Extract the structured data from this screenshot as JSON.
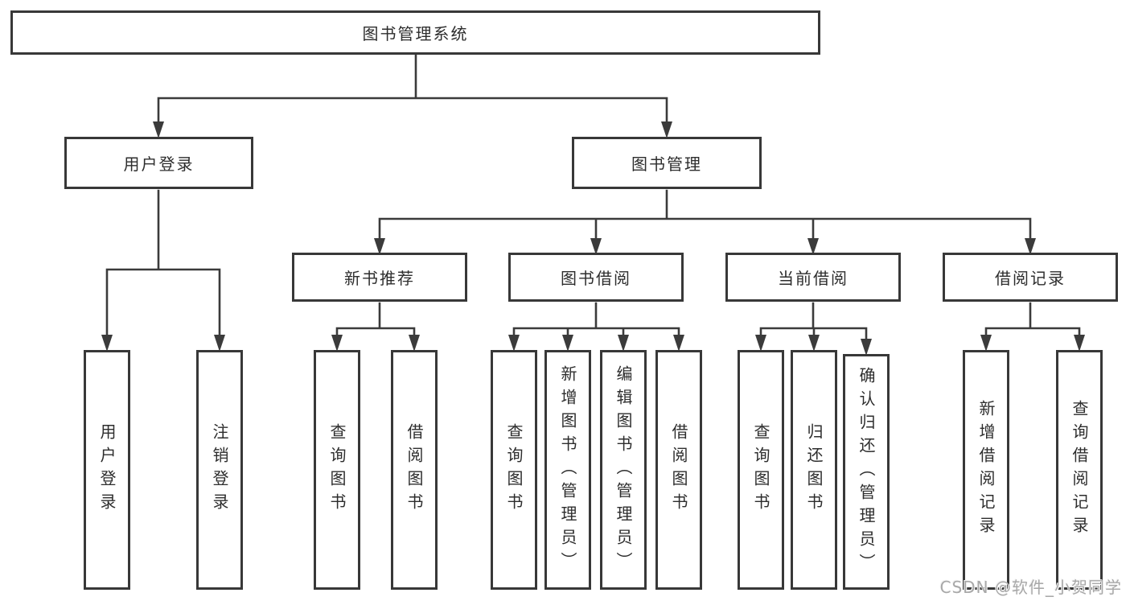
{
  "diagram": {
    "title_node": {
      "label": "图书管理系统"
    },
    "level2": [
      {
        "label": "用户登录"
      },
      {
        "label": "图书管理"
      }
    ],
    "level3": [
      {
        "label": "新书推荐",
        "parent": "图书管理"
      },
      {
        "label": "图书借阅",
        "parent": "图书管理"
      },
      {
        "label": "当前借阅",
        "parent": "图书管理"
      },
      {
        "label": "借阅记录",
        "parent": "图书管理"
      }
    ],
    "leaves": [
      {
        "label": "用户登录",
        "parent": "用户登录"
      },
      {
        "label": "注销登录",
        "parent": "用户登录"
      },
      {
        "label": "查询图书",
        "parent": "新书推荐"
      },
      {
        "label": "借阅图书",
        "parent": "新书推荐"
      },
      {
        "label": "查询图书",
        "parent": "图书借阅"
      },
      {
        "label": "新增图书（管理员）",
        "parent": "图书借阅"
      },
      {
        "label": "编辑图书（管理员）",
        "parent": "图书借阅"
      },
      {
        "label": "借阅图书",
        "parent": "图书借阅"
      },
      {
        "label": "查询图书",
        "parent": "当前借阅"
      },
      {
        "label": "归还图书",
        "parent": "当前借阅"
      },
      {
        "label": "确认归还（管理员）",
        "parent": "当前借阅"
      },
      {
        "label": "新增借阅记录",
        "parent": "借阅记录"
      },
      {
        "label": "查询借阅记录",
        "parent": "借阅记录"
      }
    ],
    "colors": {
      "line": "#3b3b3b",
      "border": "#383838",
      "text": "#2d2d2d",
      "background": "#ffffff"
    }
  },
  "watermark": {
    "text": "CSDN @软件_小贺同学"
  }
}
